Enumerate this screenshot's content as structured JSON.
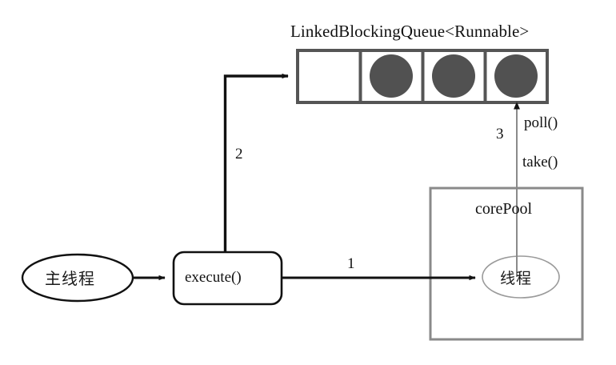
{
  "diagram": {
    "title": "Java ThreadPoolExecutor task submission flow",
    "colors": {
      "queue_border": "#555555",
      "queue_task_fill": "#515151",
      "corepool_border": "#8a8a8a",
      "arrow_dark": "#111111",
      "arrow_gray": "#777777",
      "ellipse_light": "#9a9a9a",
      "ellipse_dark": "#111111",
      "background": "#ffffff"
    },
    "queue": {
      "title": "LinkedBlockingQueue<Runnable>",
      "cells": [
        {
          "index": 0,
          "occupied": false,
          "task": ""
        },
        {
          "index": 1,
          "occupied": true,
          "task": "runnable-task"
        },
        {
          "index": 2,
          "occupied": true,
          "task": "runnable-task"
        },
        {
          "index": 3,
          "occupied": true,
          "task": "runnable-task"
        }
      ],
      "occupied_count": 3,
      "capacity": 4
    },
    "nodes": {
      "main_thread": {
        "label": "主线程",
        "shape": "ellipse"
      },
      "execute": {
        "label": "execute()",
        "shape": "rounded-rect"
      },
      "core_pool": {
        "label": "corePool",
        "shape": "rect"
      },
      "worker_thread": {
        "label": "线程",
        "shape": "ellipse"
      }
    },
    "edges": [
      {
        "id": "main-to-execute",
        "from": "主线程",
        "to": "execute()",
        "label": ""
      },
      {
        "id": "execute-to-thread",
        "from": "execute()",
        "to": "线程",
        "label": "1"
      },
      {
        "id": "execute-to-queue",
        "from": "execute()",
        "to": "LinkedBlockingQueue<Runnable>",
        "label": "2"
      },
      {
        "id": "thread-to-queue",
        "from": "线程",
        "to": "LinkedBlockingQueue<Runnable>",
        "label": "3",
        "methods": [
          "poll()",
          "take()"
        ]
      }
    ],
    "labels": {
      "step1": "1",
      "step2": "2",
      "step3": "3",
      "poll": "poll()",
      "take": "take()"
    }
  }
}
